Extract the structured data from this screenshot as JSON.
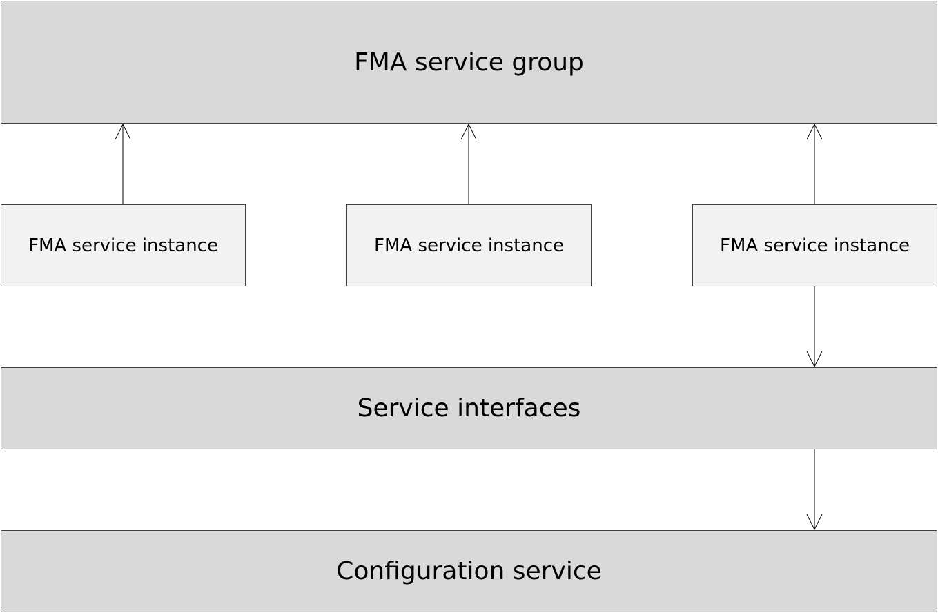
{
  "diagram": {
    "group": {
      "label": "FMA service group"
    },
    "instances": [
      {
        "label": "FMA service instance"
      },
      {
        "label": "FMA service instance"
      },
      {
        "label": "FMA service instance"
      }
    ],
    "interfaces": {
      "label": "Service interfaces"
    },
    "configuration": {
      "label": "Configuration service"
    }
  },
  "colors": {
    "layer_fill": "#d9d9d9",
    "instance_fill": "#f2f2f2",
    "border": "#404040",
    "connector": "#000000"
  }
}
